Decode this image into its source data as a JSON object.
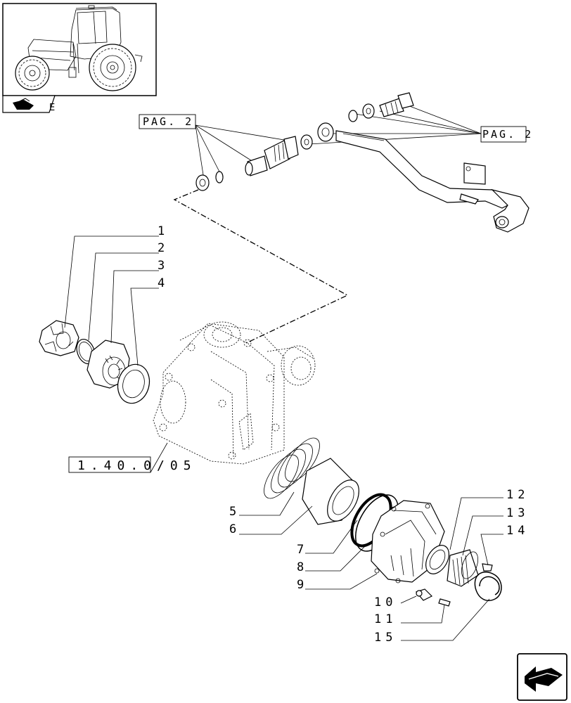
{
  "thumbnail": {
    "icon": "tractor-icon"
  },
  "book_icon": {
    "icon": "book-arrow-icon",
    "text": "E"
  },
  "references": {
    "pag_left": "PAG. 2",
    "pag_right": "PAG. 2",
    "section_ref": "1.40.0/05"
  },
  "callouts": [
    {
      "num": "1"
    },
    {
      "num": "2"
    },
    {
      "num": "3"
    },
    {
      "num": "4"
    },
    {
      "num": "5"
    },
    {
      "num": "6"
    },
    {
      "num": "7"
    },
    {
      "num": "8"
    },
    {
      "num": "9"
    },
    {
      "num": "10"
    },
    {
      "num": "11"
    },
    {
      "num": "12"
    },
    {
      "num": "13"
    },
    {
      "num": "14"
    },
    {
      "num": "15"
    }
  ],
  "nav": {
    "icon": "next-page-arrow-icon"
  }
}
